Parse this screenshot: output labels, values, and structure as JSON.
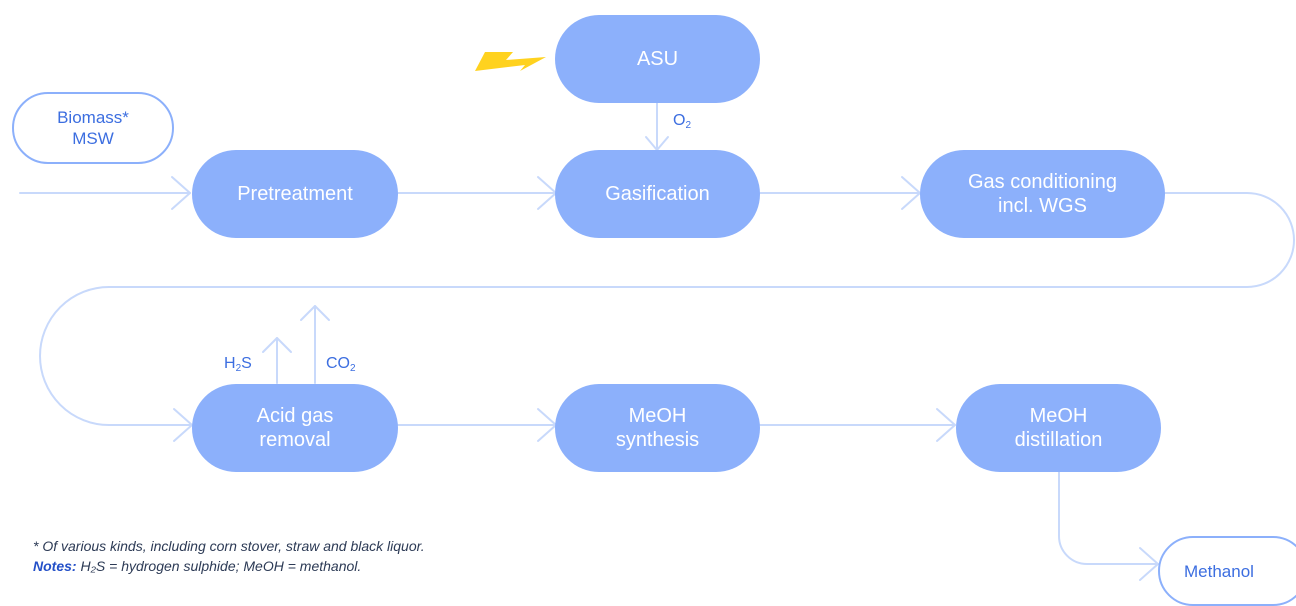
{
  "colors": {
    "node_fill": "#8cb0fb",
    "node_text": "#ffffff",
    "io_text": "#3c6ee0",
    "connector": "#c8d9fb",
    "energy_bolt": "#ffd21f"
  },
  "nodes": {
    "biomass": "Biomass*\nMSW",
    "asu": "ASU",
    "pretreatment": "Pretreatment",
    "gasification": "Gasification",
    "gas_conditioning": "Gas conditioning\nincl. WGS",
    "acid_gas_removal": "Acid gas\nremoval",
    "meoh_synthesis": "MeOH\nsynthesis",
    "meoh_distillation": "MeOH\ndistillation",
    "methanol": "Methanol"
  },
  "flows": {
    "o2": {
      "base": "O",
      "sub": "2"
    },
    "h2s": {
      "base": "H",
      "sub": "2",
      "tail": "S"
    },
    "co2": {
      "base": "CO",
      "sub": "2"
    }
  },
  "energy_icon": "lightning-bolt-icon",
  "footnote": "* Of various kinds, including corn stover, straw and black liquor.",
  "notes": {
    "label": "Notes:",
    "text": " H₂S = hydrogen sulphide; MeOH = methanol."
  }
}
